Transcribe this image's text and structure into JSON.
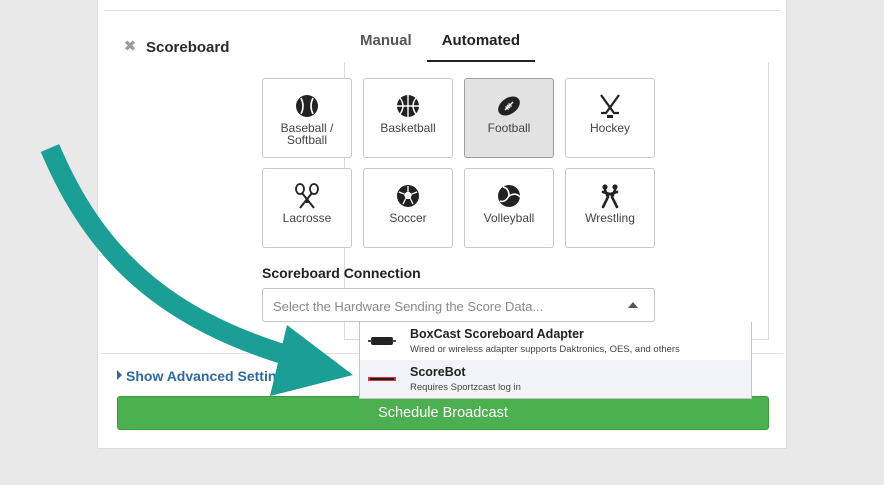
{
  "feature": {
    "label": "Scoreboard",
    "remove_icon": "close-icon"
  },
  "tabs": [
    {
      "label": "Manual",
      "active": false
    },
    {
      "label": "Automated",
      "active": true
    }
  ],
  "sports": [
    {
      "label": "Baseball /",
      "label2": "Softball",
      "icon": "baseball-icon",
      "selected": false
    },
    {
      "label": "Basketball",
      "icon": "basketball-icon",
      "selected": false
    },
    {
      "label": "Football",
      "icon": "football-icon",
      "selected": true
    },
    {
      "label": "Hockey",
      "icon": "hockey-icon",
      "selected": false
    },
    {
      "label": "Lacrosse",
      "icon": "lacrosse-icon",
      "selected": false
    },
    {
      "label": "Soccer",
      "icon": "soccer-icon",
      "selected": false
    },
    {
      "label": "Volleyball",
      "icon": "volleyball-icon",
      "selected": false
    },
    {
      "label": "Wrestling",
      "icon": "wrestling-icon",
      "selected": false
    }
  ],
  "connection": {
    "title": "Scoreboard Connection",
    "placeholder": "Select the Hardware Sending the Score Data...",
    "options": [
      {
        "name": "BoxCast Scoreboard Adapter",
        "description": "Wired or wireless adapter supports Daktronics, OES, and others",
        "highlighted": false
      },
      {
        "name": "ScoreBot",
        "description": "Requires Sportzcast log in",
        "highlighted": true
      }
    ]
  },
  "advanced_settings_label": "Show Advanced Settings",
  "schedule_button_label": "Schedule Broadcast",
  "colors": {
    "accent_green": "#4caf50",
    "link_blue": "#2f6aa0",
    "arrow_teal": "#1a9e95"
  }
}
